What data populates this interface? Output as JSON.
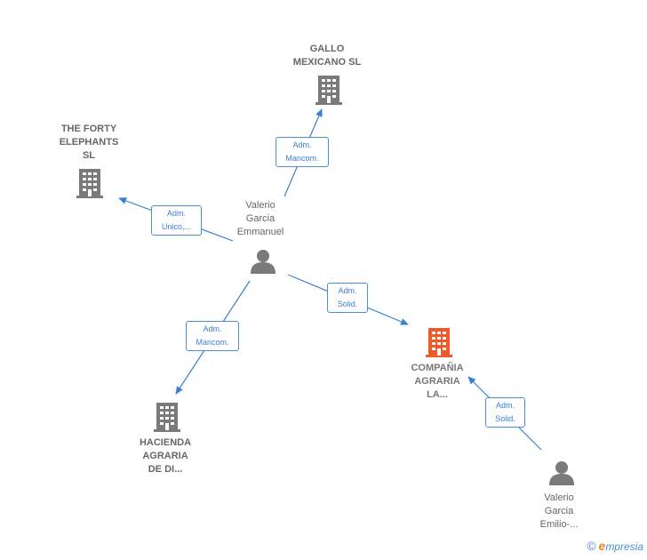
{
  "nodes": {
    "gallo": {
      "label": "GALLO\nMEXICANO  SL",
      "type": "company"
    },
    "forty": {
      "label": "THE FORTY\nELEPHANTS\nSL",
      "type": "company"
    },
    "valerio_e": {
      "label": "Valerio\nGarcia\nEmmanuel",
      "type": "person"
    },
    "compania": {
      "label": "COMPAÑIA\nAGRARIA\nLA...",
      "type": "company-focus"
    },
    "hacienda": {
      "label": "HACIENDA\nAGRARIA\nDE DI...",
      "type": "company"
    },
    "valerio_em": {
      "label": "Valerio\nGarcia\nEmilio-...",
      "type": "person"
    }
  },
  "edges": {
    "e_gallo": {
      "label": "Adm.\nMancom."
    },
    "e_forty": {
      "label": "Adm.\nUnico,..."
    },
    "e_compania": {
      "label": "Adm.\nSolid."
    },
    "e_hacienda": {
      "label": "Adm.\nMancom."
    },
    "e_emilio": {
      "label": "Adm.\nSolid."
    }
  },
  "colors": {
    "edge": "#3b7fd0",
    "company_icon": "#7a7a7a",
    "focus_icon": "#f05a28",
    "person_icon": "#7a7a7a"
  },
  "brand": {
    "copyright": "©",
    "e": "e",
    "rest": "mpresia"
  }
}
